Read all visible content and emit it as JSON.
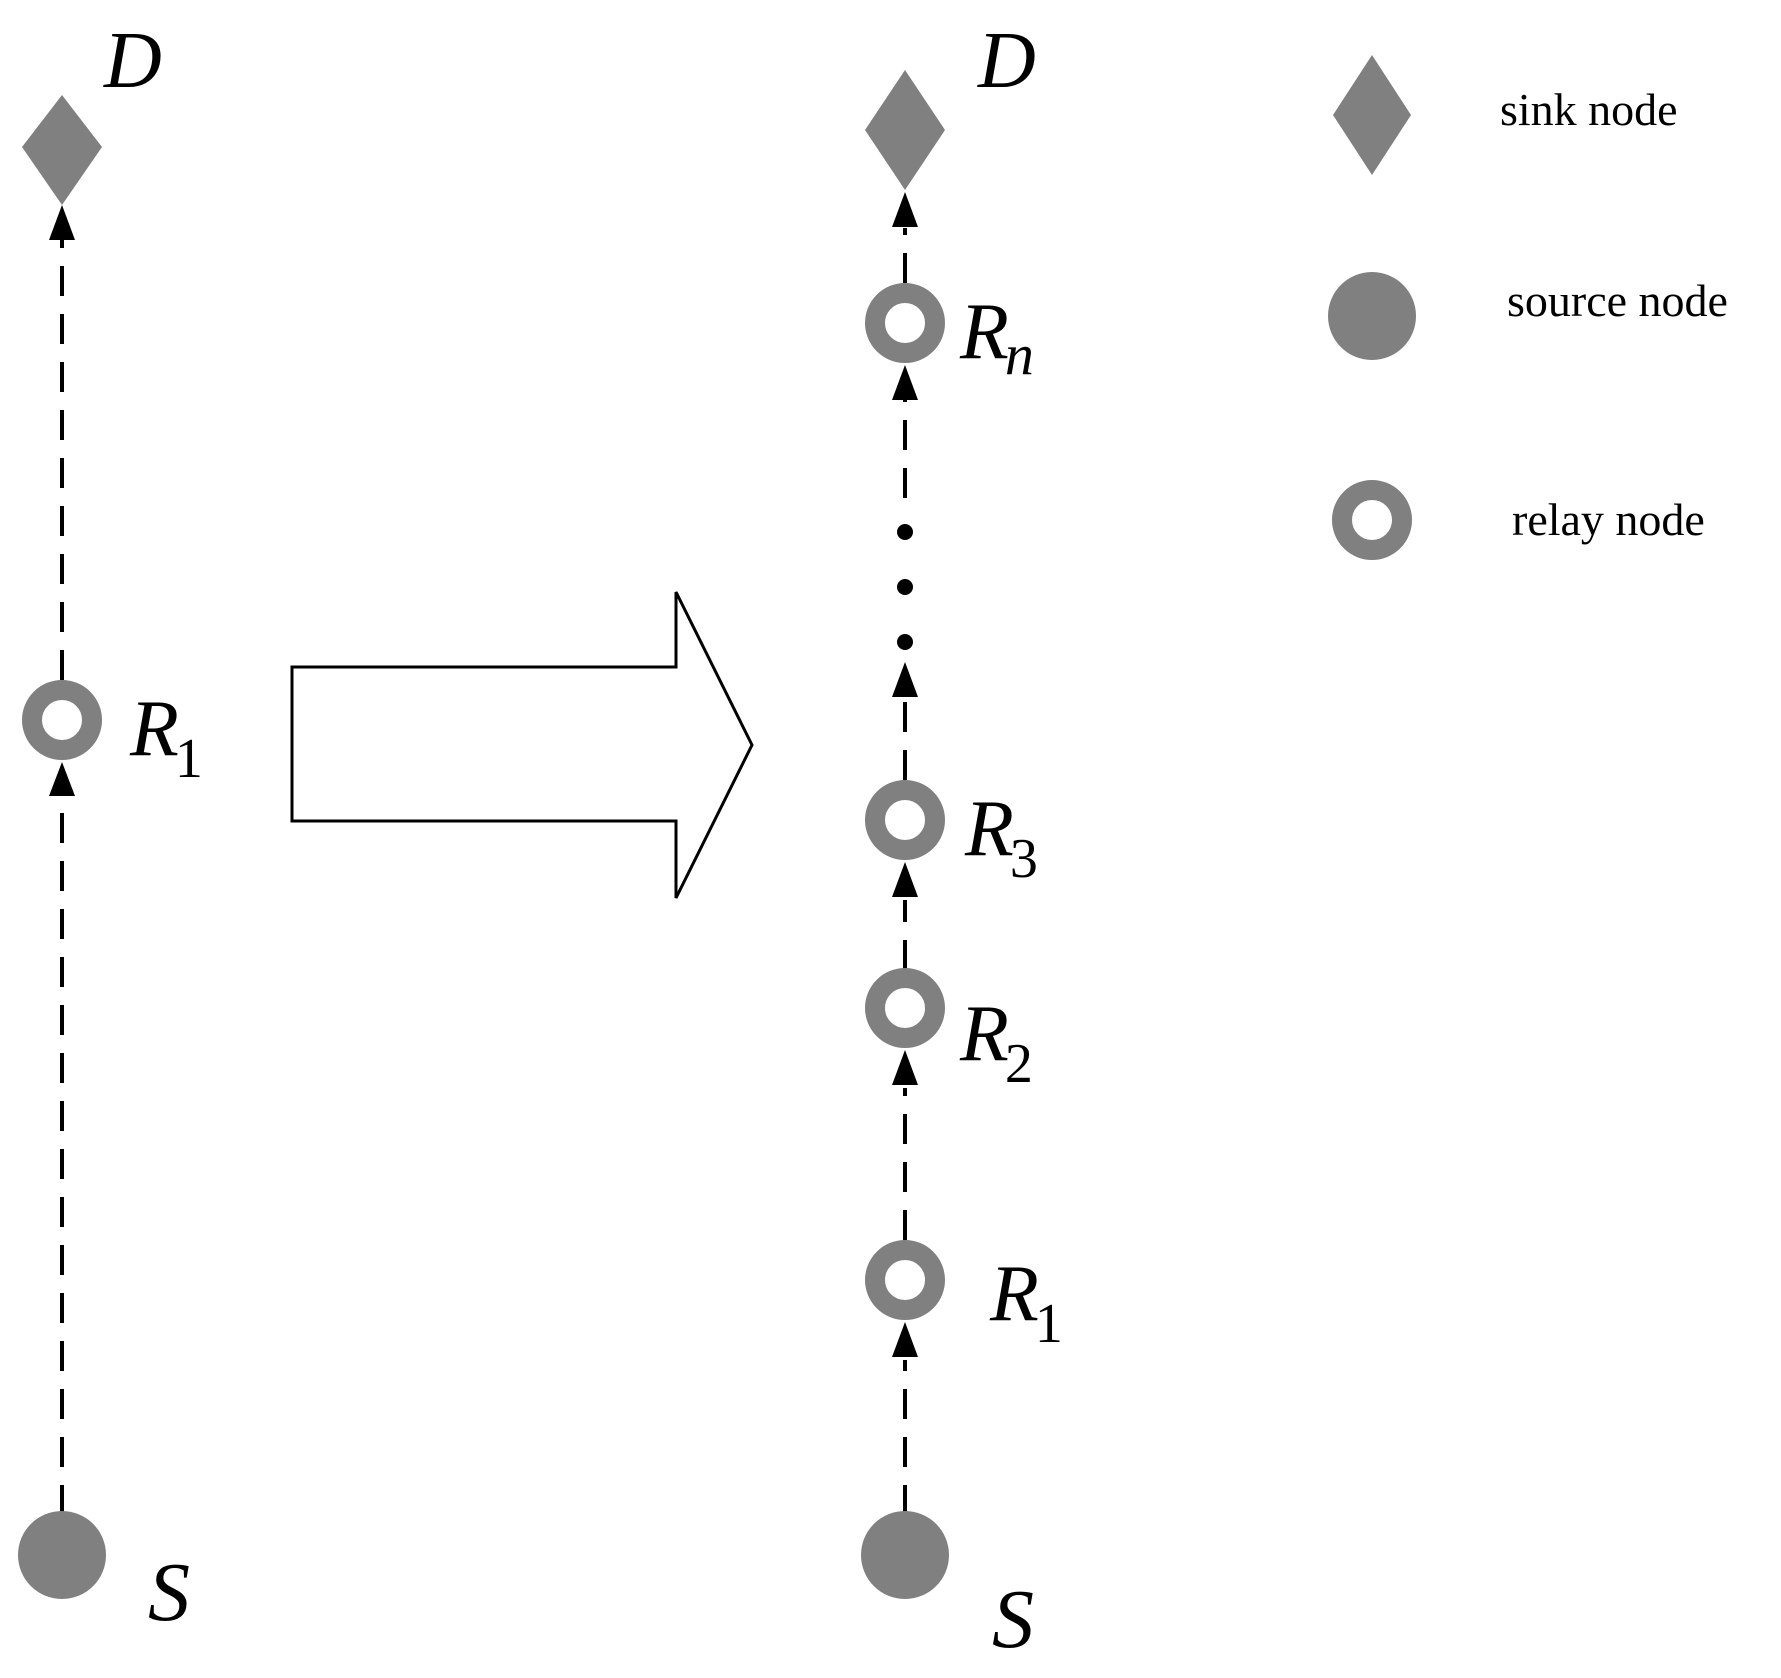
{
  "colors": {
    "node_fill": "#808080",
    "line": "#000000",
    "background": "#ffffff"
  },
  "left_diagram": {
    "sink_label": "D",
    "relay": {
      "main": "R",
      "sub": "1"
    },
    "source_label": "S"
  },
  "right_diagram": {
    "sink_label": "D",
    "relays": [
      {
        "main": "R",
        "sub": "n"
      },
      {
        "main": "R",
        "sub": "3"
      },
      {
        "main": "R",
        "sub": "2"
      },
      {
        "main": "R",
        "sub": "1"
      }
    ],
    "source_label": "S"
  },
  "legend": [
    {
      "icon": "diamond-icon",
      "label": "sink node"
    },
    {
      "icon": "filled-circle-icon",
      "label": "source node"
    },
    {
      "icon": "ring-icon",
      "label": "relay node"
    }
  ]
}
